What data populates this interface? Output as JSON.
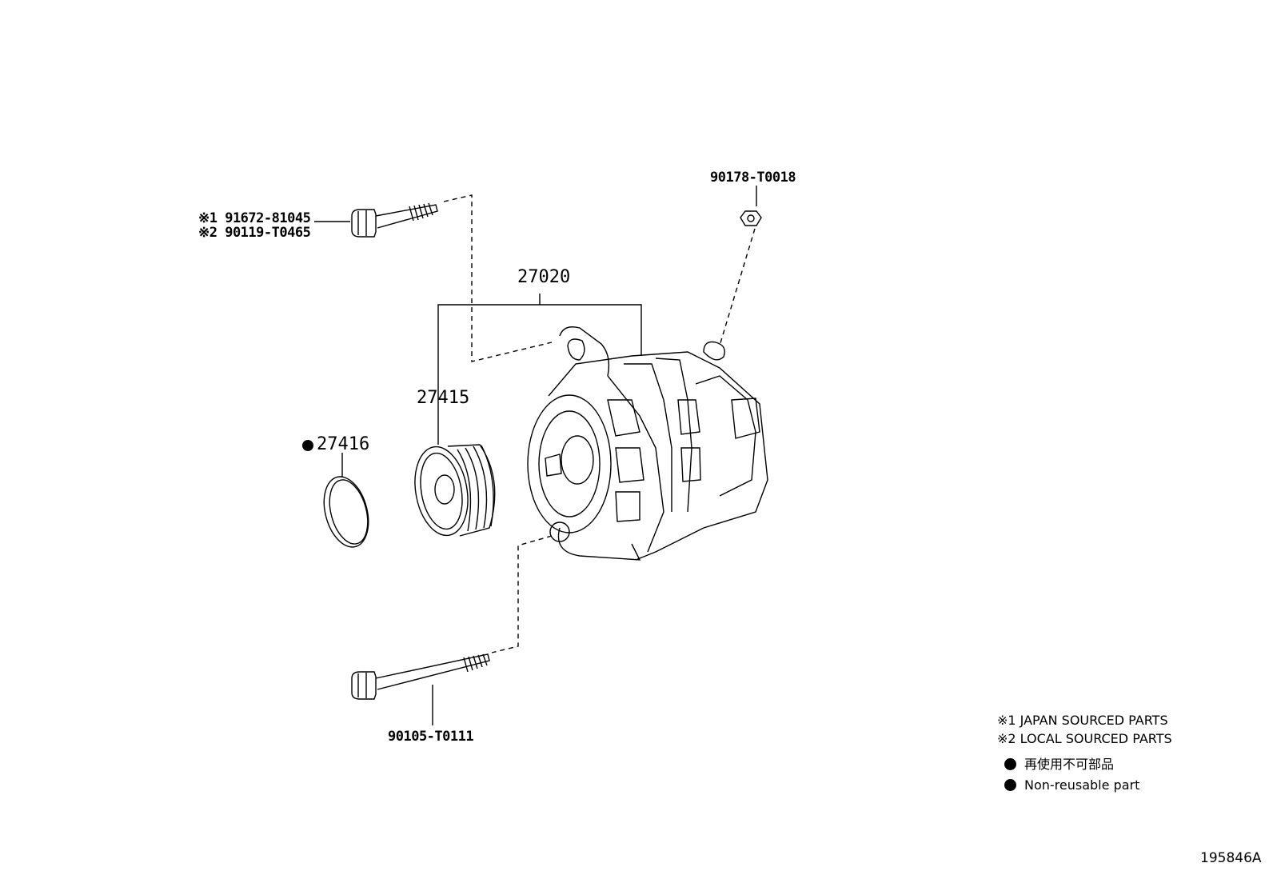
{
  "diagram": {
    "parts": {
      "bolt_upper_japan": "※1 91672-81045",
      "bolt_upper_local": "※2 90119-T0465",
      "nut": "90178-T0018",
      "alternator_assy": "27020",
      "pulley": "27415",
      "gasket": "27416",
      "bolt_lower": "90105-T0111"
    },
    "legend": {
      "note1": "※1 JAPAN SOURCED PARTS",
      "note2": "※2 LOCAL SOURCED PARTS",
      "non_reusable_jp": "再使用不可部品",
      "non_reusable_en": "Non-reusable part"
    },
    "figure_id": "195846A"
  }
}
